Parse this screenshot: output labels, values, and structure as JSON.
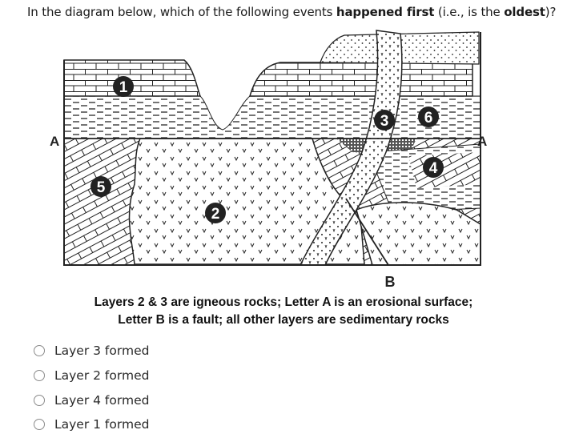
{
  "question": {
    "prefix": "In the diagram below, which of the following events ",
    "bold1": "happened first",
    "middle": " (i.e., is the ",
    "bold2": "oldest",
    "suffix": ")?"
  },
  "figure": {
    "labels": {
      "layer1": "1",
      "layer2": "2",
      "layer3": "3",
      "layer4": "4",
      "layer5": "5",
      "layer6": "6",
      "surface_left": "A",
      "surface_right": "A",
      "fault": "B"
    },
    "caption_line1": "Layers 2 & 3 are igneous rocks; Letter A is an erosional surface;",
    "caption_line2": "Letter B is a fault; all other layers are sedimentary rocks"
  },
  "options": [
    {
      "label": "Layer 3 formed"
    },
    {
      "label": "Layer 2 formed"
    },
    {
      "label": "Layer 4 formed"
    },
    {
      "label": "Layer 1 formed"
    }
  ]
}
